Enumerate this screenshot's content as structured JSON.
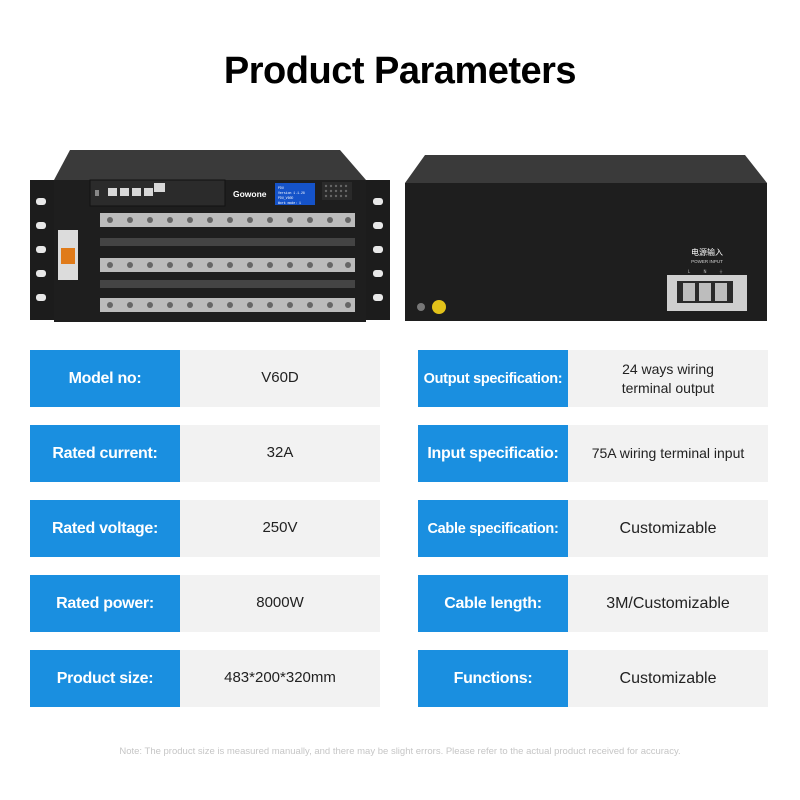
{
  "title": "Product Parameters",
  "front_device": {
    "brand": "Gowone",
    "screen_lines": [
      "PDU",
      "Version 1.1.28",
      "PDU_V60D",
      "Work mode: 1"
    ]
  },
  "rear_device": {
    "panel_label_cn": "电源输入",
    "panel_label_en": "POWER INPUT",
    "terminal_marks": [
      "L",
      "N",
      "⏚"
    ]
  },
  "left_params": [
    {
      "label": "Model no:",
      "value": "V60D"
    },
    {
      "label": "Rated current:",
      "value": "32A"
    },
    {
      "label": "Rated voltage:",
      "value": "250V"
    },
    {
      "label": "Rated power:",
      "value": "8000W"
    },
    {
      "label": "Product size:",
      "value": "483*200*320mm"
    }
  ],
  "right_params": [
    {
      "label": "Output specification:",
      "value": "24 ways wiring\nterminal output"
    },
    {
      "label": "Input specificatio:",
      "value": "75A wiring terminal input"
    },
    {
      "label": "Cable specification:",
      "value": "Customizable"
    },
    {
      "label": "Cable length:",
      "value": "3M/Customizable"
    },
    {
      "label": "Functions:",
      "value": "Customizable"
    }
  ],
  "note": "Note: The product size is measured manually, and there may be slight errors. Please refer to the actual product received for accuracy.",
  "colors": {
    "label_bg": "#1a8fe0",
    "value_bg": "#f2f2f2",
    "device_body": "#1e1e1e"
  }
}
